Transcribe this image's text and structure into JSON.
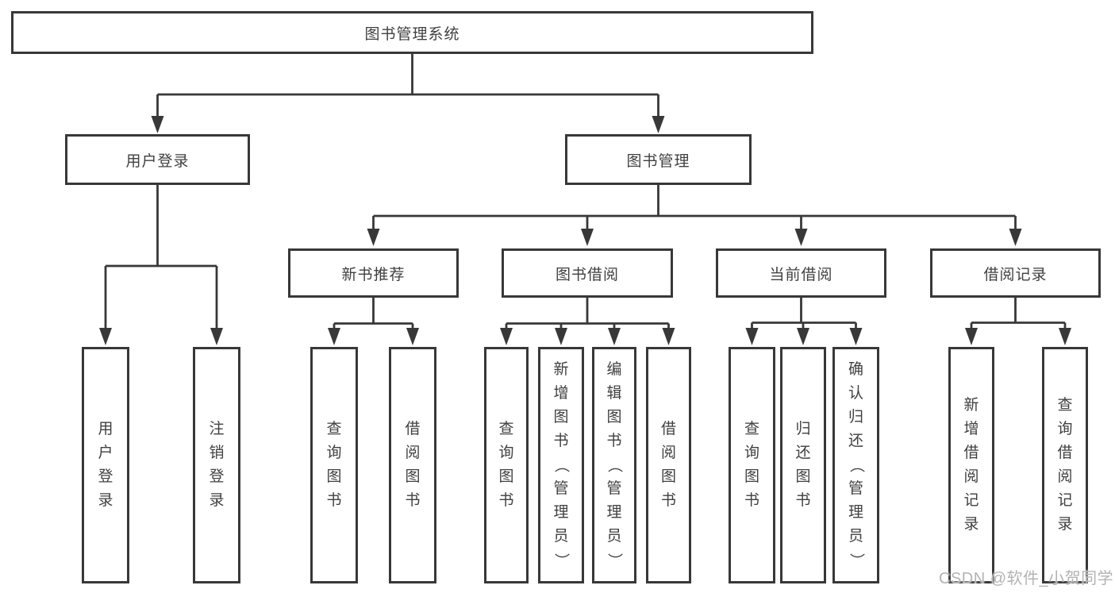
{
  "nodes": {
    "root": {
      "label": "图书管理系统"
    },
    "level2": [
      {
        "label": "用户登录"
      },
      {
        "label": "图书管理"
      }
    ],
    "level3": [
      {
        "label": "新书推荐"
      },
      {
        "label": "图书借阅"
      },
      {
        "label": "当前借阅"
      },
      {
        "label": "借阅记录"
      }
    ],
    "leaves": [
      {
        "label": "用户登录"
      },
      {
        "label": "注销登录"
      },
      {
        "label": "查询图书"
      },
      {
        "label": "借阅图书"
      },
      {
        "label": "查询图书"
      },
      {
        "label": "新增图书（管理员）"
      },
      {
        "label": "编辑图书（管理员）"
      },
      {
        "label": "借阅图书"
      },
      {
        "label": "查询图书"
      },
      {
        "label": "归还图书"
      },
      {
        "label": "确认归还（管理员）"
      },
      {
        "label": "新增借阅记录"
      },
      {
        "label": "查询借阅记录"
      }
    ]
  },
  "watermark": {
    "text": "CSDN @软件_小贺同学",
    "color": "#b3b3b3"
  },
  "colors": {
    "line": "#383838",
    "text": "#404040",
    "background": "#ffffff"
  }
}
